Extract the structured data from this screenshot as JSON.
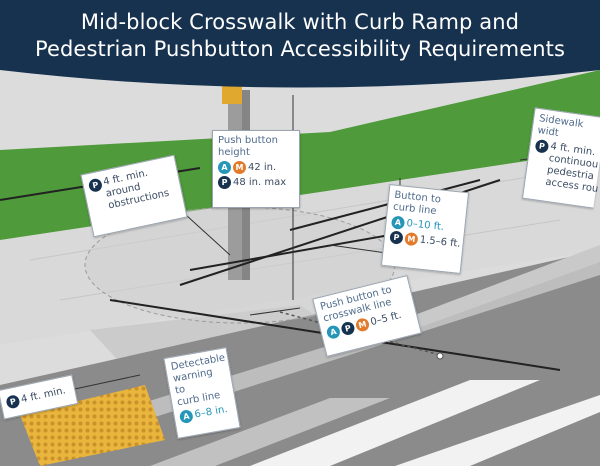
{
  "banner": {
    "line1": "Mid-block Crosswalk with Curb Ramp and",
    "line2": "Pedestrian Pushbutton Accessibility Requirements"
  },
  "colors": {
    "banner": "#17324f",
    "badge_p": "#17324f",
    "badge_a": "#2596b8",
    "badge_m": "#e27b2b",
    "grass": "#4f9a3a",
    "detectable_warning": "#e9b53d"
  },
  "callouts": {
    "around_obstructions": {
      "badge": "P",
      "lines": [
        "4 ft. min.",
        "around",
        "obstructions"
      ]
    },
    "push_button_height": {
      "heading": [
        "Push button",
        "height"
      ],
      "row1": {
        "badges": [
          "A",
          "M"
        ],
        "value": "42 in."
      },
      "row2": {
        "badges": [
          "P"
        ],
        "value": "48 in. max"
      }
    },
    "button_to_curb": {
      "heading": [
        "Button to",
        "curb line"
      ],
      "row1": {
        "badges": [
          "A"
        ],
        "value": "0–10 ft."
      },
      "row2": {
        "badges": [
          "P",
          "M"
        ],
        "value": "1.5–6 ft."
      }
    },
    "sidewalk_width": {
      "heading": "Sidewalk widt",
      "badge": "P",
      "lines": [
        "4 ft. min.",
        "continuou",
        "pedestria",
        "access rou"
      ]
    },
    "push_to_crosswalk": {
      "heading": [
        "Push button to",
        "crosswalk line"
      ],
      "row1": {
        "badges": [
          "A",
          "P",
          "M"
        ],
        "value": "0–5 ft."
      }
    },
    "detectable_warning": {
      "heading": [
        "Detectable",
        "warning to",
        "curb line"
      ],
      "row1": {
        "badges": [
          "A"
        ],
        "value": "6–8 in."
      }
    },
    "lower_left": {
      "badge": "P",
      "value": "4 ft. min."
    }
  }
}
